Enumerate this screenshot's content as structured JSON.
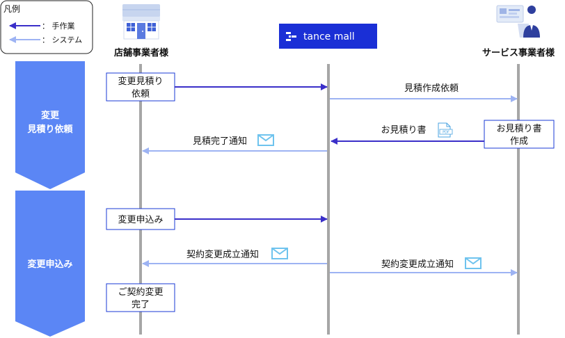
{
  "legend": {
    "title": "凡例",
    "manual_label": "： 手作業",
    "system_label": "： システム"
  },
  "actors": {
    "store": "店舗事業者様",
    "platform": "tance mall",
    "service": "サービス事業者様"
  },
  "phases": {
    "quote_line1": "変更",
    "quote_line2": "見積り依頼",
    "order": "変更申込み"
  },
  "steps": {
    "store_request_line1": "変更見積り",
    "store_request_line2": "依頼",
    "quote_request_forward": "見積作成依頼",
    "service_create_line1": "お見積り書",
    "service_create_line2": "作成",
    "quote_doc": "お見積り書",
    "quote_complete_notice": "見積完了通知",
    "order_request": "変更申込み",
    "contract_notice_store": "契約変更成立通知",
    "contract_notice_service": "契約変更成立通知",
    "contract_done_line1": "ご契約変更",
    "contract_done_line2": "完了"
  },
  "colors": {
    "manual": "#3a2fc9",
    "system": "#9db3f3",
    "phase": "#5b86f5",
    "brand": "#1a2fd6",
    "lifeline": "#a6a6a6",
    "mail_icon": "#6ec3ee"
  },
  "icons": {
    "store": "storefront-icon",
    "service": "office-worker-icon",
    "mail": "mail-icon",
    "pdf": "pdf-file-icon",
    "brand": "tance-mall-logo-icon"
  }
}
